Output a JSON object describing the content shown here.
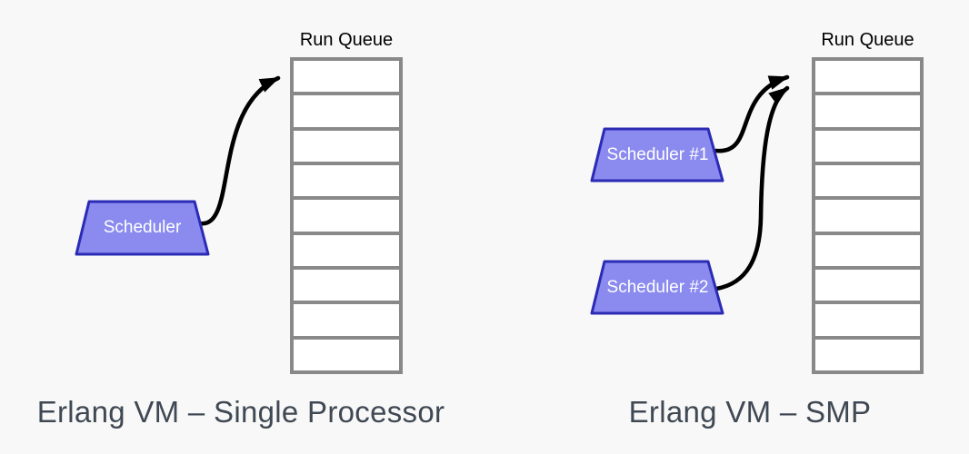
{
  "colors": {
    "background": "#f8f8f8",
    "scheduler_fill": "#8a8aef",
    "scheduler_border": "#2b2bb5",
    "scheduler_text": "#ffffff",
    "queue_border": "#898989",
    "queue_cell_fill": "#ffffff",
    "arrow": "#000000",
    "caption_text": "#3f4853",
    "run_queue_label_text": "#000000"
  },
  "left_panel": {
    "run_queue_label": "Run Queue",
    "queue_cells": 9,
    "scheduler": {
      "label": "Scheduler"
    },
    "caption": "Erlang VM – Single Processor"
  },
  "right_panel": {
    "run_queue_label": "Run Queue",
    "queue_cells": 9,
    "schedulers": [
      {
        "label": "Scheduler #1"
      },
      {
        "label": "Scheduler #2"
      }
    ],
    "caption": "Erlang VM – SMP"
  }
}
